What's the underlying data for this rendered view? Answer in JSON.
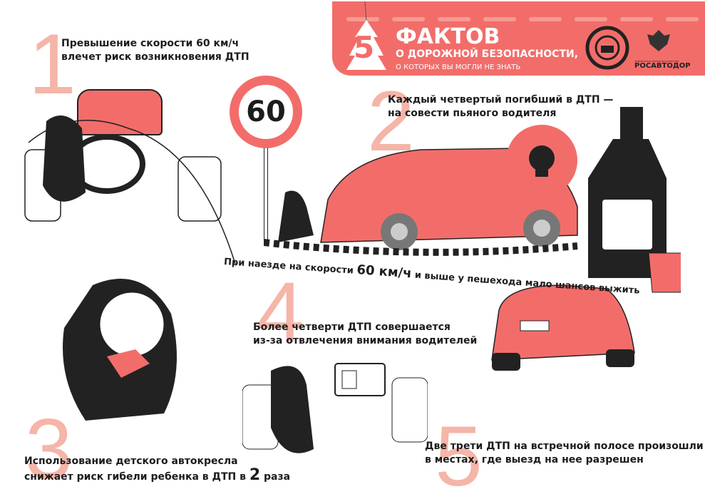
{
  "header": {
    "badge_number": "5",
    "title": "ФАКТОВ",
    "subtitle": "О ДОРОЖНОЙ БЕЗОПАСНОСТИ,",
    "tagline": "О КОТОРЫХ ВЫ МОГЛИ НЕ ЗНАТЬ",
    "agency_small": "ФЕДЕРАЛЬНОЕ ДОРОЖНОЕ АГЕНТСТВО",
    "agency": "РОСАВТОДОР"
  },
  "sign": {
    "speed": "60"
  },
  "facts": [
    {
      "number": "1",
      "line1": "Превышение скорости 60 км/ч",
      "line2": "влечет риск возникновения ДТП"
    },
    {
      "number": "2",
      "line1": "Каждый четвертый погибший в ДТП —",
      "line2": "на совести пьяного водителя"
    },
    {
      "number": "3",
      "line1": "Использование детского автокресла",
      "line2a": "снижает риск гибели ребенка в ДТП в ",
      "line2b": "2",
      "line2c": " раза"
    },
    {
      "number": "4",
      "line1": "Более четверти ДТП совершается",
      "line2": "из-за отвлечения внимания водителей"
    },
    {
      "number": "5",
      "line1": "Две трети ДТП на встречной полосе произошли",
      "line2": "в местах, где выезд на нее разрешен"
    }
  ],
  "pedestrian_note": {
    "before": "При наезде на скорости ",
    "speed": "60 км/ч",
    "after": " и выше у пешехода мало шансов выжить"
  },
  "colors": {
    "accent": "#f26d6a",
    "number": "#f5b5a8"
  }
}
